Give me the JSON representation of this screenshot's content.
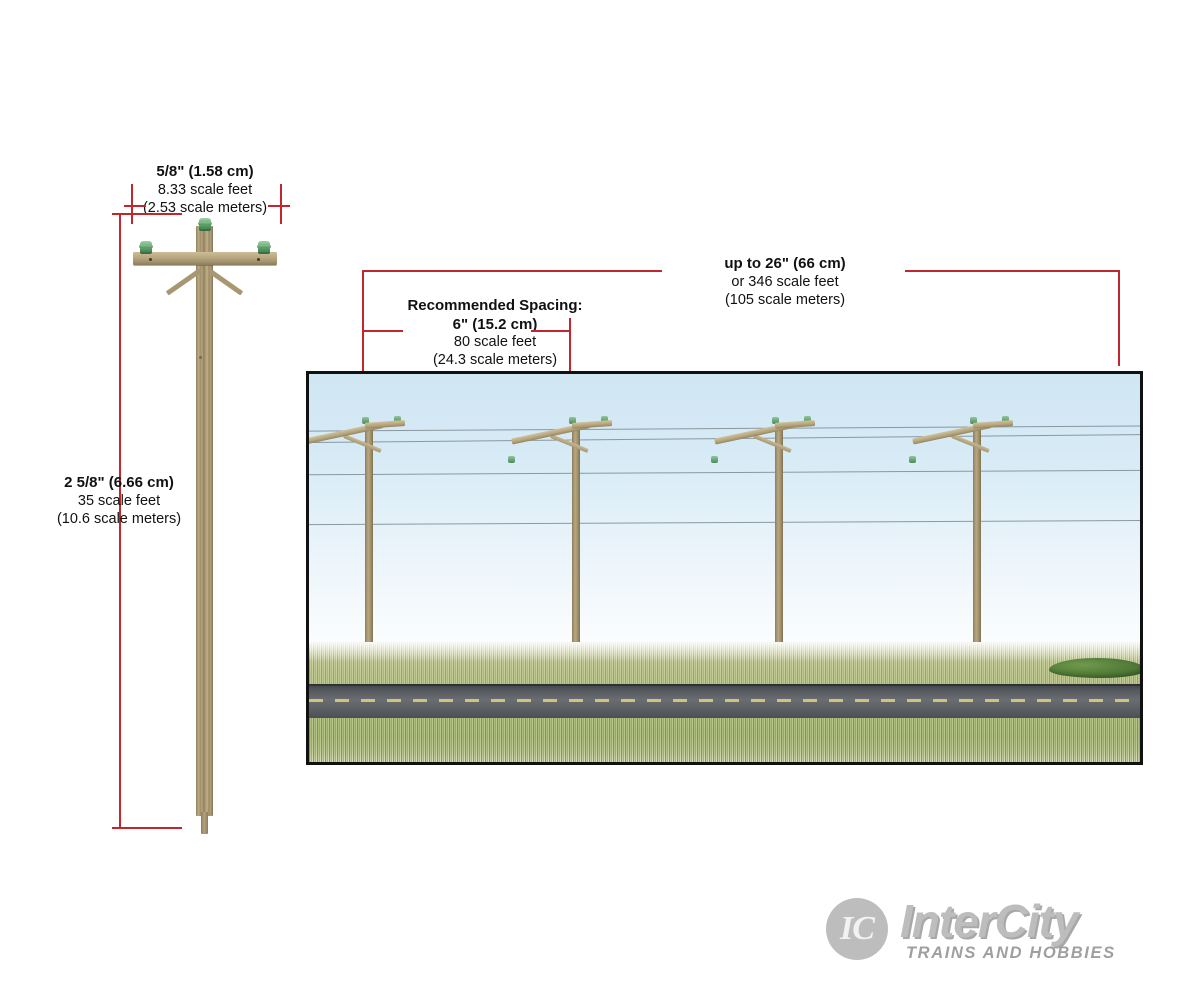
{
  "diagram": {
    "title": "Telephone poles scale dimension diagram",
    "accent_color": "#c0282d",
    "border_color": "#111111"
  },
  "dimensions": {
    "crossarm_width": {
      "primary": "5/8\" (1.58 cm)",
      "scale_feet": "8.33 scale feet",
      "scale_meters": "(2.53 scale meters)"
    },
    "pole_height": {
      "primary": "2 5/8\" (6.66 cm)",
      "scale_feet": "35 scale feet",
      "scale_meters": "(10.6 scale meters)"
    },
    "recommended_spacing": {
      "heading": "Recommended Spacing:",
      "primary": "6\" (15.2 cm)",
      "scale_feet": "80 scale feet",
      "scale_meters": "(24.3 scale meters)"
    },
    "total_span": {
      "primary": "up to 26\" (66 cm)",
      "scale_feet": "or 346 scale feet",
      "scale_meters": "(105 scale meters)"
    }
  },
  "scene": {
    "pole_count": 4,
    "wire_count": 4,
    "sky_top_color": "#cfe6f3",
    "grass_color": "#a7b977",
    "road_color": "#6a6d72",
    "road_line_color": "#d9cf7a",
    "bush_color": "#56803b"
  },
  "pole_model": {
    "insulator_color": "#4e8d5d",
    "wood_color": "#b0a079",
    "insulator_count": 3
  },
  "logo": {
    "monogram": "IC",
    "name": "InterCity",
    "tagline": "TRAINS AND HOBBIES",
    "color": "#bdbdbd"
  }
}
